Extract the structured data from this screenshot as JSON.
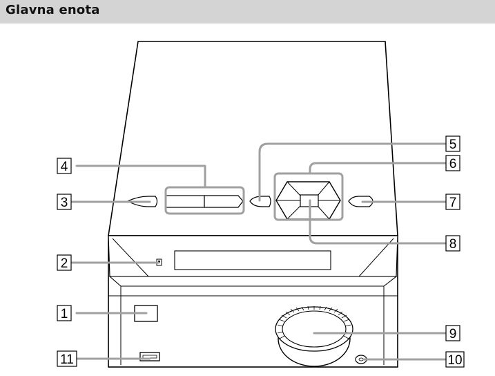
{
  "header": {
    "title": "Glavna enota"
  },
  "callouts": [
    "1",
    "2",
    "3",
    "4",
    "5",
    "6",
    "7",
    "8",
    "9",
    "10",
    "11"
  ],
  "colors": {
    "header_bg": "#d4d4d4",
    "leader": "#a0a0a0",
    "outline": "#000000"
  }
}
